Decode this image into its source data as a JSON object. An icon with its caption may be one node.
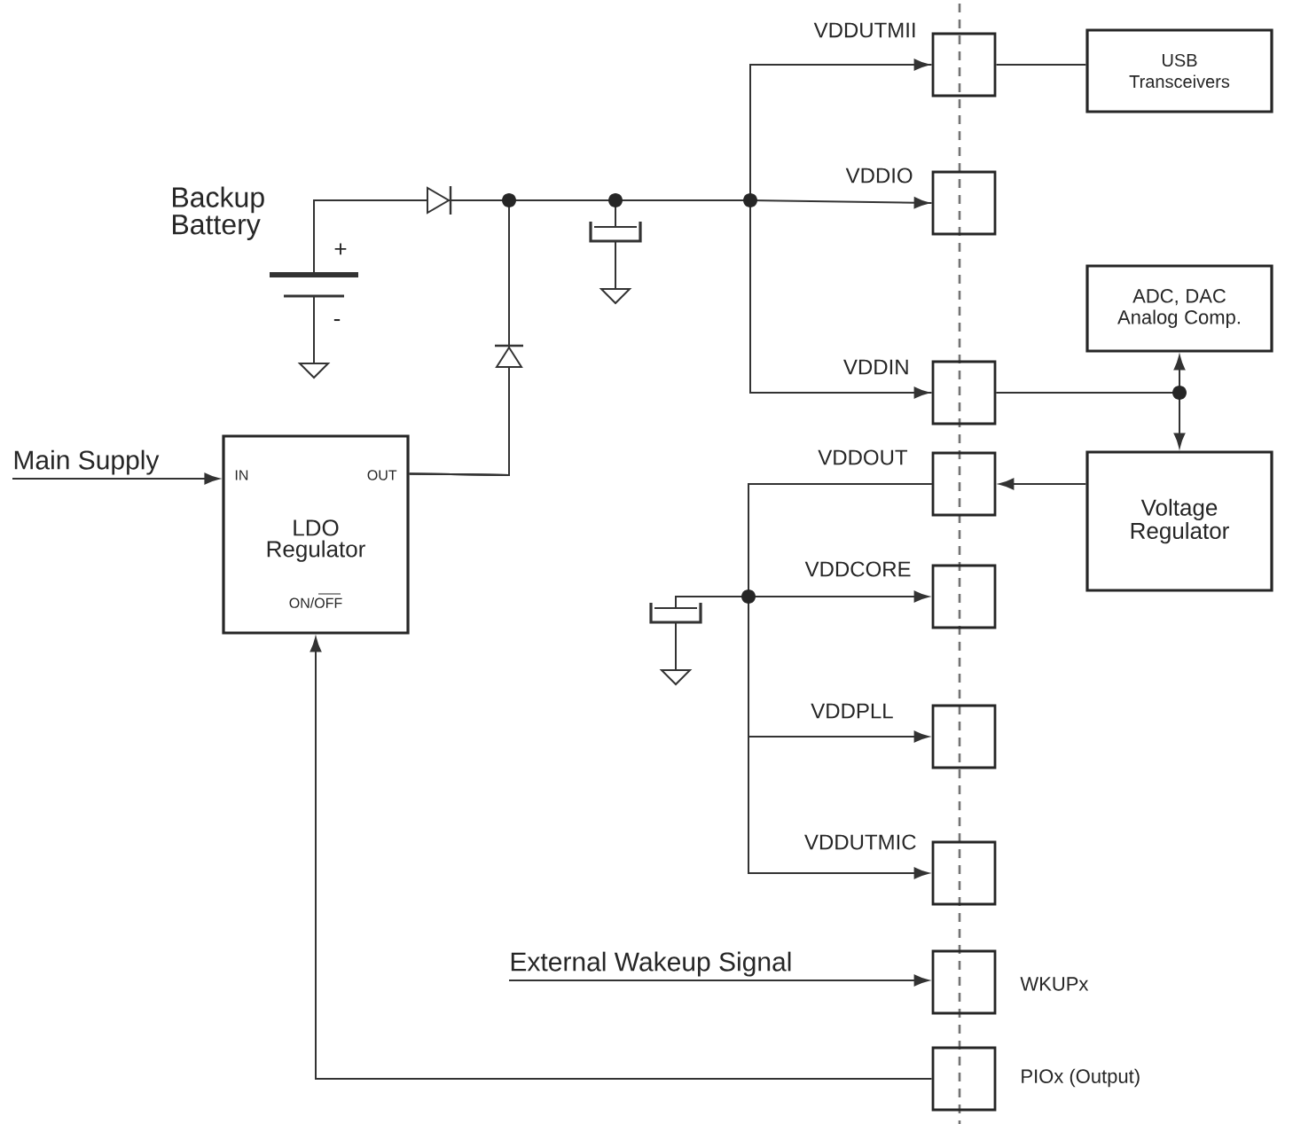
{
  "diagram": {
    "nodes": [
      {
        "text": [],
        "shape": "battery",
        "beside": [
          "Backup Battery"
        ]
      },
      {
        "text": [
          "Main Supply"
        ]
      },
      {
        "text": [
          "IN",
          "OUT",
          "LDO Regulator",
          "ON/OFF"
        ]
      },
      {
        "text": [],
        "shape": "box",
        "beside": [
          "VDDUTMII"
        ]
      },
      {
        "text": [
          "USB Transceivers"
        ]
      },
      {
        "text": [],
        "shape": "box",
        "beside": [
          "VDDIO"
        ]
      },
      {
        "text": [
          "ADC, DAC Analog Comp."
        ]
      },
      {
        "text": [],
        "shape": "box",
        "beside": [
          "VDDIN"
        ]
      },
      {
        "text": [],
        "shape": "box",
        "beside": [
          "VDDOUT"
        ]
      },
      {
        "text": [
          "Voltage Regulator"
        ]
      },
      {
        "text": [],
        "shape": "box",
        "beside": [
          "VDDCORE"
        ]
      },
      {
        "text": [],
        "shape": "box",
        "beside": [
          "VDDPLL"
        ]
      },
      {
        "text": [],
        "shape": "box",
        "beside": [
          "VDDUTMIC"
        ]
      },
      {
        "text": [
          "External Wakeup Signal"
        ]
      },
      {
        "text": [],
        "shape": "box",
        "beside": [
          "WKUPx"
        ]
      },
      {
        "text": [],
        "shape": "box",
        "beside": [
          "PIOx (Output)"
        ]
      }
    ],
    "edges": [
      {
        "from": 0,
        "to": 3,
        "arrow": "to"
      },
      {
        "from": 0,
        "to": 5,
        "arrow": "to"
      },
      {
        "from": 0,
        "to": 7,
        "arrow": "to"
      },
      {
        "from": 2,
        "to": 3,
        "arrow": "to"
      },
      {
        "from": 2,
        "to": 5,
        "arrow": "to"
      },
      {
        "from": 2,
        "to": 7,
        "arrow": "to"
      },
      {
        "from": 3,
        "to": 4,
        "arrow": "none"
      },
      {
        "from": 7,
        "to": 6,
        "arrow": "to"
      },
      {
        "from": 7,
        "to": 9,
        "arrow": "to"
      },
      {
        "from": 9,
        "to": 8,
        "arrow": "to"
      },
      {
        "from": 8,
        "to": 10,
        "arrow": "to"
      },
      {
        "from": 8,
        "to": 11,
        "arrow": "to"
      },
      {
        "from": 8,
        "to": 12,
        "arrow": "to"
      },
      {
        "from": 13,
        "to": 14,
        "arrow": "to"
      },
      {
        "from": 1,
        "to": 2,
        "arrow": "to"
      },
      {
        "from": 15,
        "to": 2,
        "arrow": "to"
      }
    ],
    "labels": [
      "+",
      "-"
    ]
  }
}
